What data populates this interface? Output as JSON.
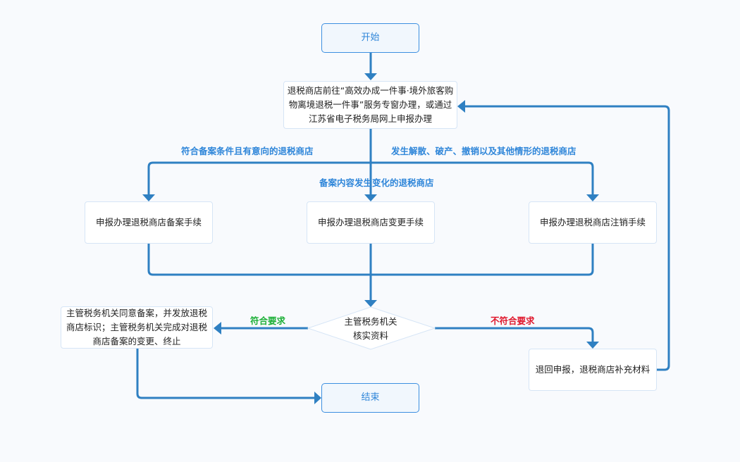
{
  "colors": {
    "edge": "#2f80c2",
    "accent": "#2f86d9",
    "pass": "#1eb039",
    "fail": "#e0182d",
    "node_border": "#d6e5f6"
  },
  "nodes": {
    "start": "开始",
    "apply": "退税商店前往“高效办成一件事·境外旅客购物离境退税一件事”服务专窗办理，或通过江苏省电子税务局网上申报办理",
    "filing": "申报办理退税商店备案手续",
    "change": "申报办理退税商店变更手续",
    "cancel": "申报办理退税商店注销手续",
    "review": "主管税务机关核实资料",
    "approve": "主管税务机关同意备案，并发放退税商店标识；主管税务机关完成对退税商店备案的变更、终止",
    "reject": "退回申报，退税商店补充材料",
    "end": "结束"
  },
  "edge_labels": {
    "filing_condition": "符合备案条件且有意向的退税商店",
    "change_condition": "备案内容发生变化的退税商店",
    "cancel_condition": "发生解散、破产、撤销以及其他情形的退税商店",
    "pass": "符合要求",
    "fail": "不符合要求"
  }
}
